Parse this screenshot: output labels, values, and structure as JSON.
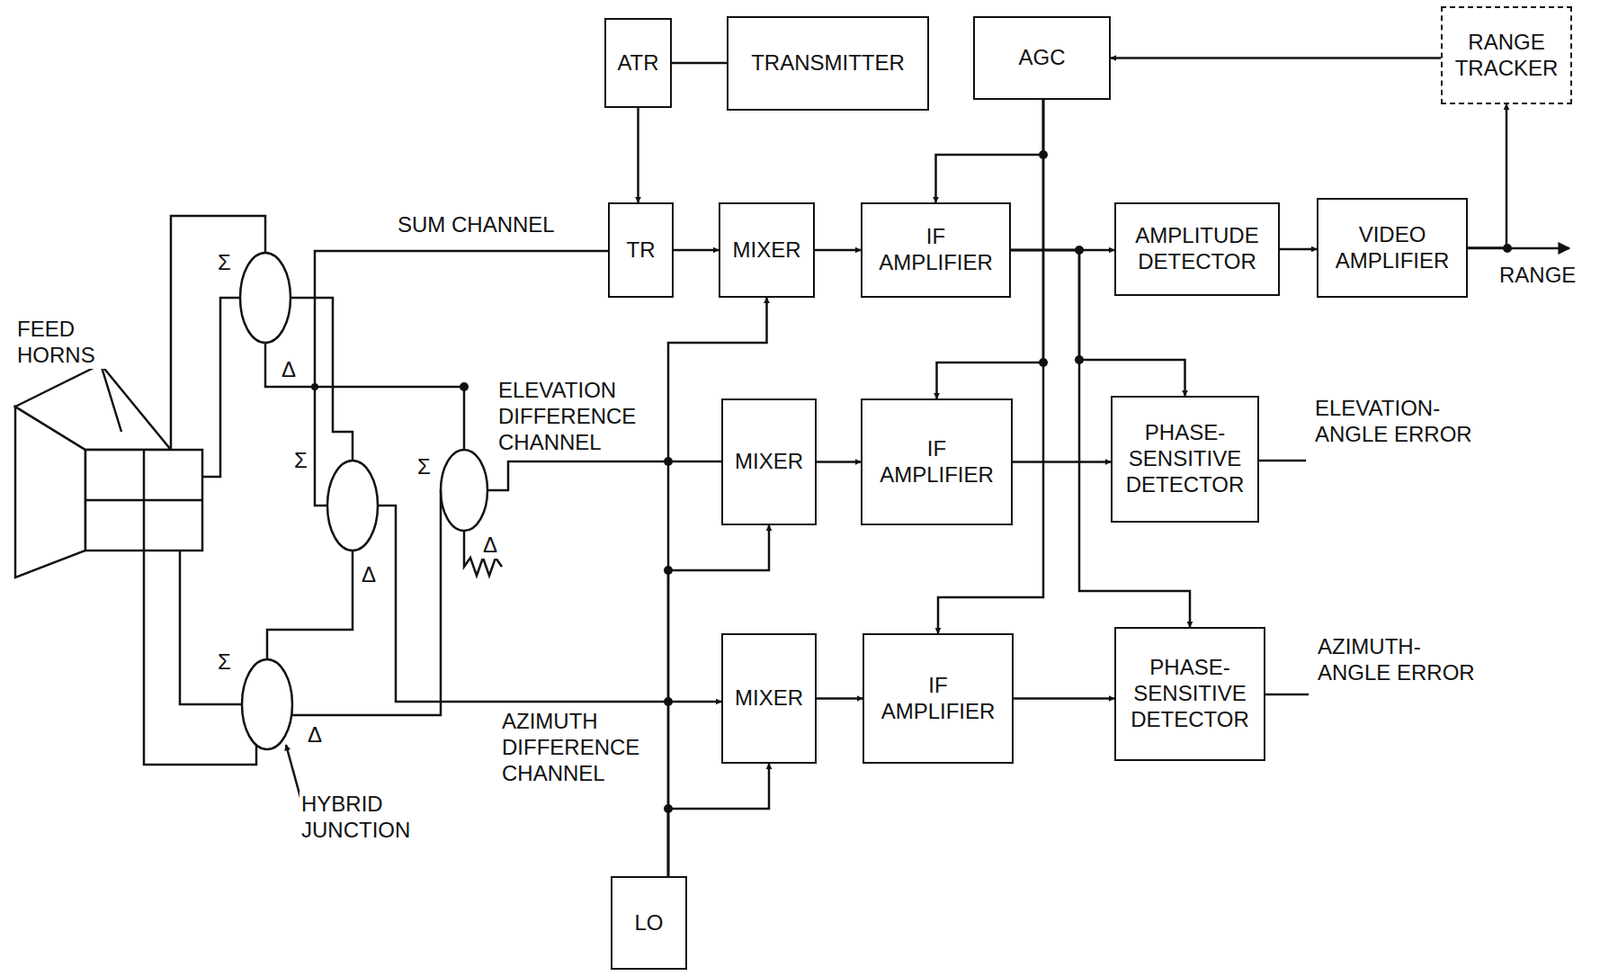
{
  "diagram": {
    "nodes": [
      {
        "text": [
          "ATR"
        ]
      },
      {
        "text": [
          "TRANSMITTER"
        ]
      },
      {
        "text": [
          "AGC"
        ]
      },
      {
        "text": [
          "RANGE TRACKER"
        ]
      },
      {
        "text": [
          "TR"
        ]
      },
      {
        "text": [
          "MIXER"
        ]
      },
      {
        "text": [
          "IF AMPLIFIER"
        ]
      },
      {
        "text": [
          "AMPLITUDE DETECTOR"
        ]
      },
      {
        "text": [
          "VIDEO AMPLIFIER"
        ]
      },
      {
        "text": [
          "MIXER"
        ]
      },
      {
        "text": [
          "IF AMPLIFIER"
        ]
      },
      {
        "text": [
          "PHASE-SENSITIVE DETECTOR"
        ]
      },
      {
        "text": [
          "MIXER"
        ]
      },
      {
        "text": [
          "IF AMPLIFIER"
        ]
      },
      {
        "text": [
          "PHASE-SENSITIVE DETECTOR"
        ]
      },
      {
        "text": [
          "LO"
        ]
      }
    ],
    "edges": [
      {
        "from": 0,
        "to": 1,
        "arrow": "none"
      },
      {
        "from": 0,
        "to": 4,
        "arrow": "to"
      },
      {
        "from": 3,
        "to": 2,
        "arrow": "to"
      },
      {
        "from": 4,
        "to": 5,
        "arrow": "to"
      },
      {
        "from": 5,
        "to": 6,
        "arrow": "to"
      },
      {
        "from": 6,
        "to": 7,
        "arrow": "to"
      },
      {
        "from": 7,
        "to": 8,
        "arrow": "to"
      },
      {
        "from": 8,
        "to": 3,
        "arrow": "to"
      },
      {
        "from": 2,
        "to": 6,
        "arrow": "to"
      },
      {
        "from": 2,
        "to": 10,
        "arrow": "to"
      },
      {
        "from": 2,
        "to": 13,
        "arrow": "to"
      },
      {
        "from": 6,
        "to": 11,
        "arrow": "to"
      },
      {
        "from": 6,
        "to": 14,
        "arrow": "to"
      },
      {
        "from": 9,
        "to": 10,
        "arrow": "to"
      },
      {
        "from": 10,
        "to": 11,
        "arrow": "to"
      },
      {
        "from": 12,
        "to": 13,
        "arrow": "to"
      },
      {
        "from": 13,
        "to": 14,
        "arrow": "to"
      },
      {
        "from": 15,
        "to": 5,
        "arrow": "to"
      },
      {
        "from": 15,
        "to": 9,
        "arrow": "to"
      },
      {
        "from": 15,
        "to": 12,
        "arrow": "to"
      }
    ],
    "labels": [
      "FEED HORNS",
      "Σ",
      "Δ",
      "SUM CHANNEL",
      "ELEVATION DIFFERENCE CHANNEL",
      "Σ",
      "Δ",
      "Σ",
      "Δ",
      "Σ",
      "Δ",
      "HYBRID JUNCTION",
      "AZIMUTH DIFFERENCE CHANNEL",
      "RANGE",
      "ELEVATION-ANGLE ERROR",
      "AZIMUTH-ANGLE ERROR"
    ]
  }
}
